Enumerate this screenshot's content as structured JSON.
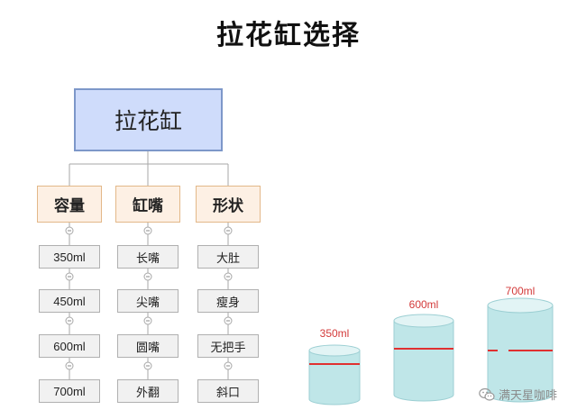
{
  "title": "拉花缸选择",
  "root": "拉花缸",
  "categories": [
    {
      "label": "容量",
      "items": [
        "350ml",
        "450ml",
        "600ml",
        "700ml"
      ]
    },
    {
      "label": "缸嘴",
      "items": [
        "长嘴",
        "尖嘴",
        "圆嘴",
        "外翻"
      ]
    },
    {
      "label": "形状",
      "items": [
        "大肚",
        "瘦身",
        "无把手",
        "斜口"
      ]
    }
  ],
  "cups": [
    {
      "label": "350ml"
    },
    {
      "label": "600ml"
    },
    {
      "label": "700ml"
    }
  ],
  "colors": {
    "root_fill": "#cfdcfb",
    "category_fill": "#fdf0e4",
    "leaf_fill": "#f1f1f1",
    "cup_water": "#bfe6e8",
    "marker": "#e03030"
  },
  "watermark": {
    "icon": "wechat-icon",
    "text": "满天星咖啡"
  }
}
